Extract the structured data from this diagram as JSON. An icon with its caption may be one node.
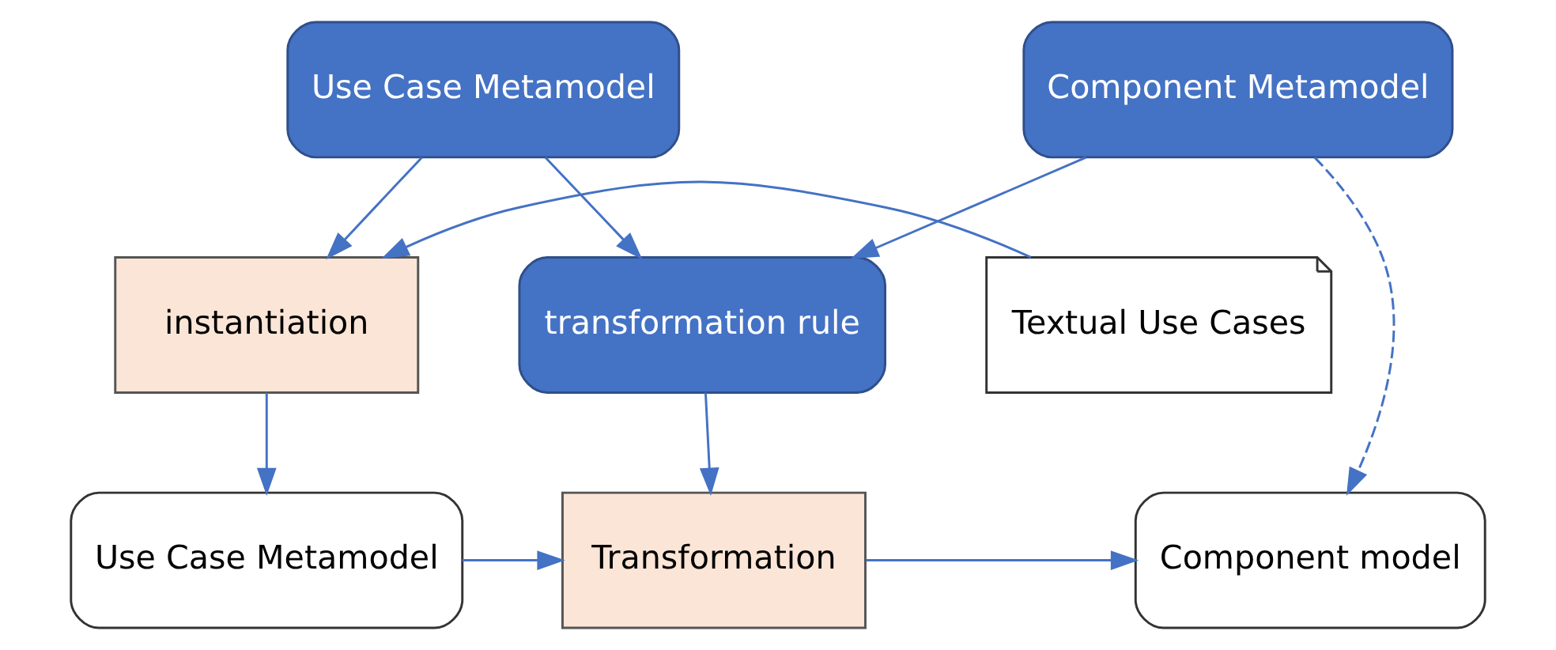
{
  "diagram": {
    "nodes": [
      {
        "text": [
          "Use Case Metamodel"
        ]
      },
      {
        "text": [
          "Component Metamodel"
        ]
      },
      {
        "text": [
          "Textual Use Cases"
        ]
      },
      {
        "text": [
          "instantiation"
        ]
      },
      {
        "text": [
          "transformation rule"
        ]
      },
      {
        "text": [
          "Use Case Metamodel"
        ]
      },
      {
        "text": [
          "Transformation"
        ]
      },
      {
        "text": [
          "Component model"
        ]
      }
    ],
    "edges": [
      {
        "from": 0,
        "to": 3,
        "arrow": "to"
      },
      {
        "from": 2,
        "to": 3,
        "arrow": "to"
      },
      {
        "from": 0,
        "to": 4,
        "arrow": "to"
      },
      {
        "from": 1,
        "to": 4,
        "arrow": "to"
      },
      {
        "from": 1,
        "to": 7,
        "arrow": "to",
        "style": "dashed"
      },
      {
        "from": 3,
        "to": 5,
        "arrow": "to"
      },
      {
        "from": 4,
        "to": 6,
        "arrow": "to"
      },
      {
        "from": 5,
        "to": 6,
        "arrow": "to"
      },
      {
        "from": 6,
        "to": 7,
        "arrow": "to"
      }
    ]
  }
}
